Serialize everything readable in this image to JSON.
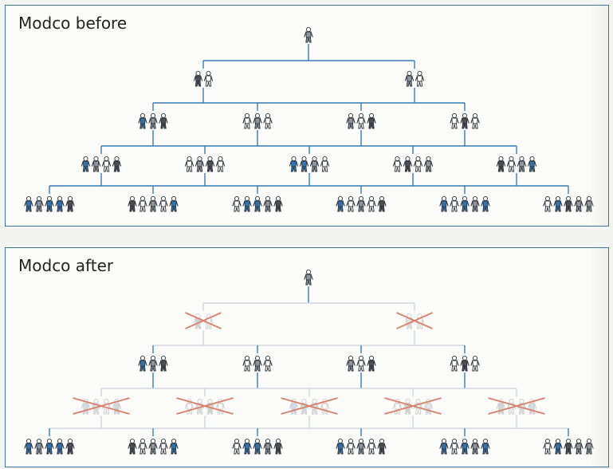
{
  "colors": {
    "line": "#3a7bb7",
    "line_faded": "#cfd7df",
    "cross": "#d9806a",
    "blue": "#2e75b8",
    "dark": "#4a4e55",
    "grey": "#8f969e"
  },
  "before": {
    "title": "Modco before",
    "levels": [
      [
        [
          "g"
        ]
      ],
      [
        [
          "d",
          "w"
        ],
        [
          "g",
          "w"
        ]
      ],
      [
        [
          "b",
          "g",
          "d"
        ],
        [
          "w",
          "g",
          "w"
        ],
        [
          "g",
          "w",
          "d"
        ],
        [
          "w",
          "d",
          "w"
        ]
      ],
      [
        [
          "b",
          "g",
          "w",
          "d"
        ],
        [
          "w",
          "g",
          "d",
          "w"
        ],
        [
          "b",
          "b",
          "g",
          "w"
        ],
        [
          "w",
          "d",
          "w",
          "g"
        ],
        [
          "d",
          "w",
          "g",
          "b"
        ]
      ],
      [
        [
          "b",
          "g",
          "b",
          "b",
          "d"
        ],
        [
          "d",
          "w",
          "g",
          "w",
          "b"
        ],
        [
          "w",
          "b",
          "b",
          "g",
          "d"
        ],
        [
          "b",
          "w",
          "g",
          "w",
          "d"
        ],
        [
          "b",
          "w",
          "b",
          "g",
          "b"
        ],
        [
          "w",
          "b",
          "d",
          "g",
          "g"
        ]
      ]
    ]
  },
  "after": {
    "title": "Modco after",
    "levels": [
      [
        [
          "g"
        ]
      ],
      [
        [
          "d",
          "w"
        ],
        [
          "g",
          "w"
        ]
      ],
      [
        [
          "b",
          "g",
          "d"
        ],
        [
          "w",
          "g",
          "w"
        ],
        [
          "g",
          "w",
          "d"
        ],
        [
          "w",
          "d",
          "w"
        ]
      ],
      [
        [
          "b",
          "g",
          "w",
          "d"
        ],
        [
          "w",
          "g",
          "d",
          "w"
        ],
        [
          "b",
          "b",
          "g",
          "w"
        ],
        [
          "w",
          "d",
          "w",
          "g"
        ],
        [
          "d",
          "w",
          "g",
          "b"
        ]
      ],
      [
        [
          "b",
          "g",
          "b",
          "b",
          "d"
        ],
        [
          "d",
          "w",
          "g",
          "w",
          "b"
        ],
        [
          "w",
          "b",
          "b",
          "g",
          "d"
        ],
        [
          "b",
          "w",
          "g",
          "w",
          "d"
        ],
        [
          "b",
          "w",
          "b",
          "g",
          "b"
        ],
        [
          "w",
          "b",
          "d",
          "g",
          "g"
        ]
      ]
    ],
    "removed_levels": [
      1,
      3
    ]
  }
}
